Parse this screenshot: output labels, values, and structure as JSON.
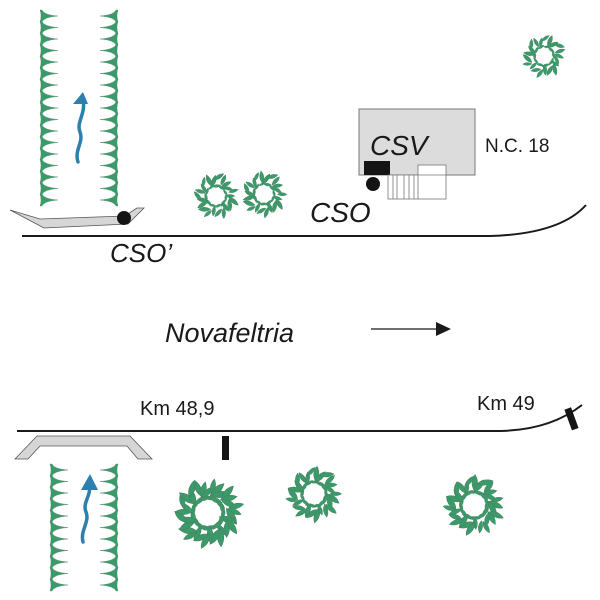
{
  "title": "Schematic plan of culvert sections along road towards Novafeltria",
  "labels": {
    "cso_prime": "CSO’",
    "cso": "CSO",
    "csv": "CSV",
    "house_number": "N.C. 18",
    "direction_town": "Novafeltria",
    "km_48_9": "Km 48,9",
    "km_49": "Km 49"
  },
  "legend_semantics": {
    "channel": "watercourse with vegetated banks",
    "flow_arrow": "flow direction",
    "culvert": "culvert / road crossing",
    "tree": "tree canopy",
    "marker": "kilometre marker",
    "building": "building",
    "section_point": "section point"
  },
  "colors": {
    "vegetation": "#3a9a6a",
    "vegetation_stroke": "#5a8a70",
    "flow_arrow": "#2d7fae",
    "culvert_fill": "#d6d6d6",
    "building_fill": "#dcdcdc",
    "line": "#1a1a1a"
  }
}
